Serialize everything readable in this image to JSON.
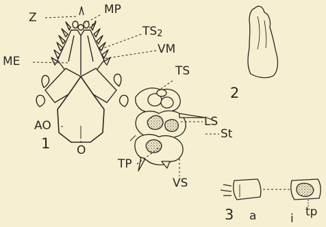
{
  "colors": {
    "background": "#f6efd1",
    "ink": "#2a2622",
    "stipple": "#7d7a6a"
  },
  "figures": {
    "fig1": {
      "number": "1",
      "labels": {
        "z": "Z",
        "mp": "MP",
        "ts2_main": "TS",
        "ts2_sub": "2",
        "vm": "VM",
        "me": "ME",
        "ts": "TS",
        "ao": "AO",
        "o": "O",
        "ls": "LS",
        "st": "St",
        "tp": "TP",
        "vs": "VS"
      }
    },
    "fig2": {
      "number": "2"
    },
    "fig3": {
      "number": "3",
      "labels": {
        "a": "a",
        "i": "i",
        "tp": "tp"
      }
    }
  }
}
